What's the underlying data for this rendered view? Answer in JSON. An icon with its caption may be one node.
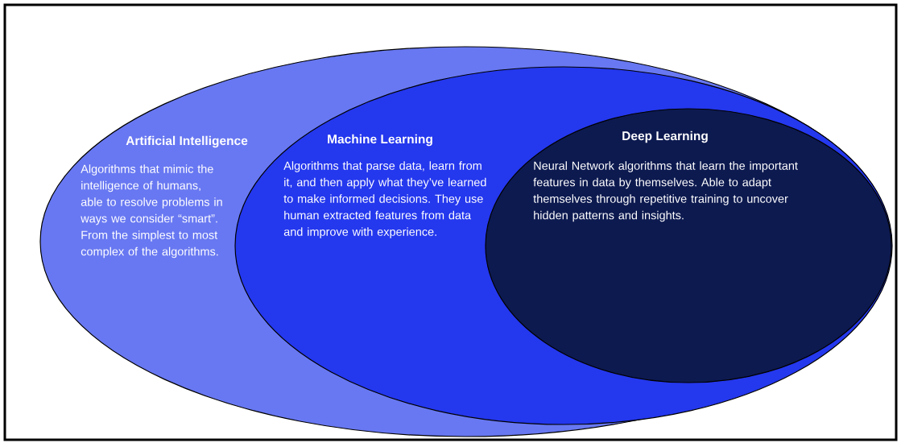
{
  "diagram": {
    "nodes": [
      {
        "text": [
          "Artificial Intelligence",
          "Algorithms that mimic the intelligence of humans, able to resolve problems in ways we consider “smart”. From the simplest to most complex of the algorithms."
        ]
      },
      {
        "text": [
          "Machine Learning",
          "Algorithms that parse data, learn from it, and then apply what they’ve learned to make informed decisions. They use human extracted features from data and improve with experience."
        ],
        "in": 0
      },
      {
        "text": [
          "Deep Learning",
          "Neural Network algorithms that learn the important features in data by themselves. Able to adapt themselves through repetitive training to uncover hidden patterns and insights."
        ],
        "in": 1
      }
    ]
  }
}
